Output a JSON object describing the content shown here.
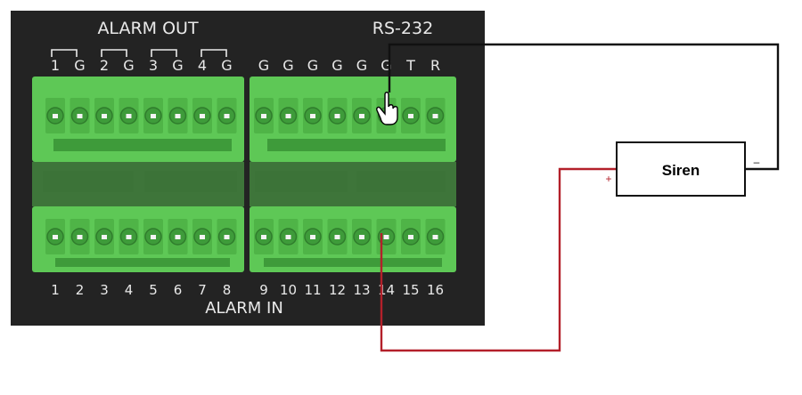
{
  "panel": {
    "alarm_out_title": "ALARM OUT",
    "rs232_title": "RS-232",
    "alarm_in_title": "ALARM IN",
    "top_labels": [
      "1",
      "G",
      "2",
      "G",
      "3",
      "G",
      "4",
      "G",
      "G",
      "G",
      "G",
      "G",
      "G",
      "G",
      "T",
      "R"
    ],
    "bottom_labels": [
      "1",
      "2",
      "3",
      "4",
      "5",
      "6",
      "7",
      "8",
      "9",
      "10",
      "11",
      "12",
      "13",
      "14",
      "15",
      "16"
    ]
  },
  "siren": {
    "label": "Siren",
    "plus_label": "+",
    "minus_label": "–"
  },
  "colors": {
    "panel_bg": "#232323",
    "terminal_green": "#5ec856",
    "terminal_dark_green": "#3e9b3a",
    "red_wire": "#b3202a",
    "black_wire": "#111111",
    "label_text": "#e9e9e9"
  }
}
